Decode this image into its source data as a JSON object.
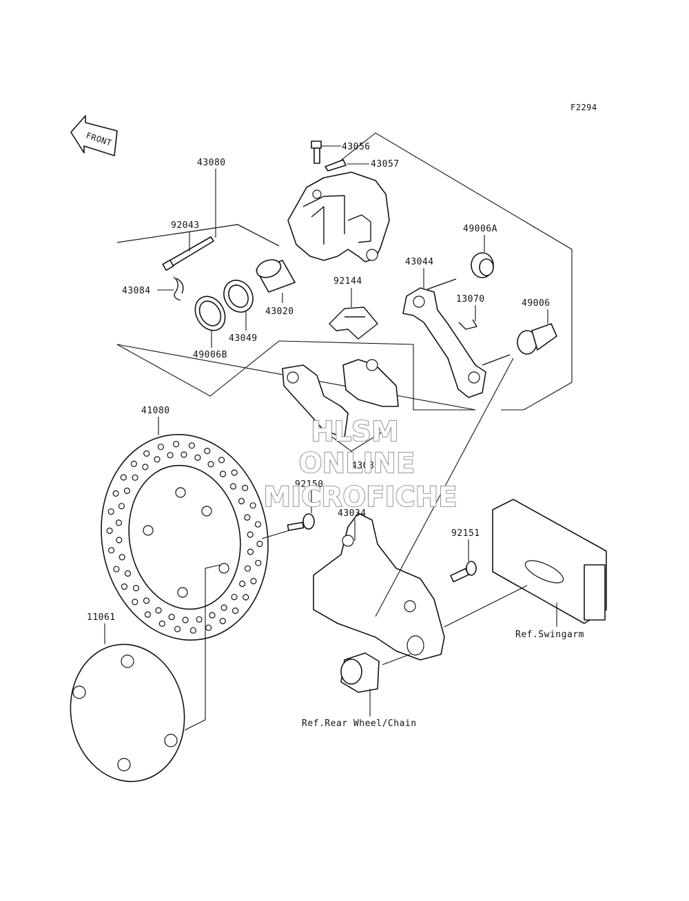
{
  "figure_code": "F2294",
  "front_badge": "FRONT",
  "parts": {
    "p43056": "43056",
    "p43057": "43057",
    "p43080": "43080",
    "p92043": "92043",
    "p43084": "43084",
    "p43020": "43020",
    "p43049": "43049",
    "p49006B": "49006B",
    "p92144": "92144",
    "p49006A": "49006A",
    "p43044": "43044",
    "p13070": "13070",
    "p49006": "49006",
    "p41080": "41080",
    "p43082": "43082",
    "p92150": "92150",
    "p43034": "43034",
    "p92151": "92151",
    "p11061": "11061"
  },
  "refs": {
    "swingarm": "Ref.Swingarm",
    "rear_wheel": "Ref.Rear Wheel/Chain"
  },
  "watermark": {
    "line1": "HLSM",
    "line2": "ONLINE",
    "line3": "MICROFICHE"
  }
}
